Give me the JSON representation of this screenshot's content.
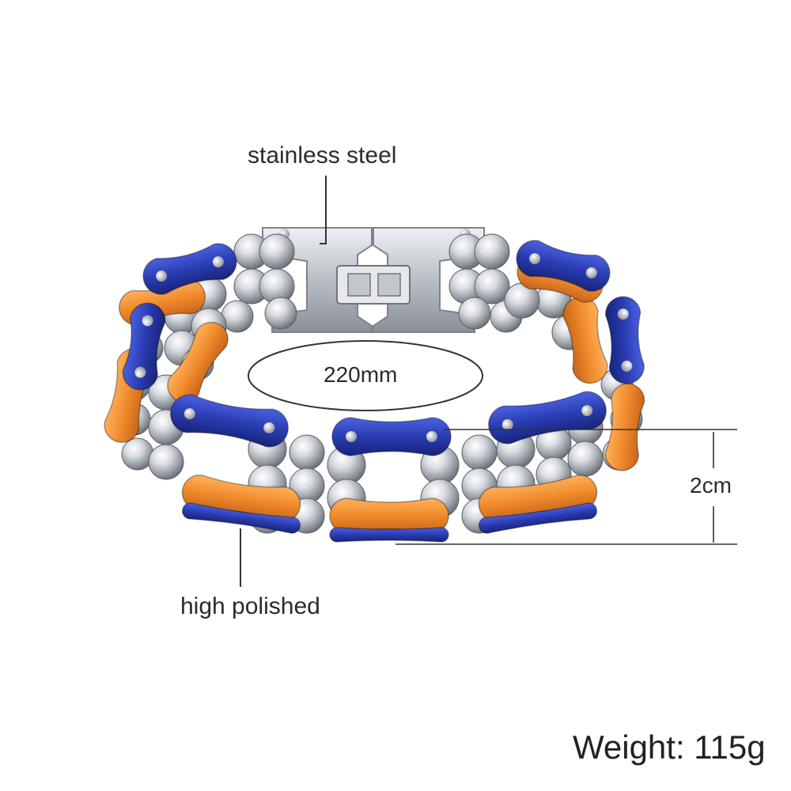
{
  "product": {
    "material_label": "stainless steel",
    "length_label": "220mm",
    "width_label": "2cm",
    "finish_label": "high polished",
    "weight_label": "Weight: 115g"
  },
  "colors": {
    "link_blue": "#2b3fb8",
    "link_orange": "#f08a2c",
    "steel": "#c9cdd3",
    "guide_line": "#333333"
  }
}
